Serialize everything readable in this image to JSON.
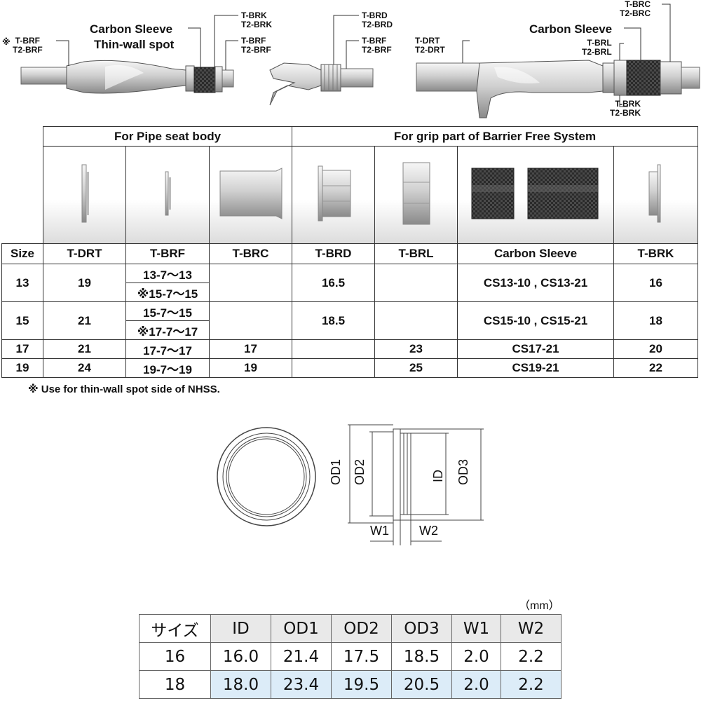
{
  "callouts": {
    "left_mark": "※",
    "left_top": "T-BRF\nT2-BRF",
    "carbon_left": "Carbon Sleeve",
    "thin_wall": "Thin-wall spot",
    "brk_left": "T-BRK\nT2-BRK",
    "brf_mid": "T-BRF\nT2-BRF",
    "brd": "T-BRD\nT2-BRD",
    "brf_right": "T-BRF\nT2-BRF",
    "drt": "T-DRT\nT2-DRT",
    "brc": "T-BRC\nT2-BRC",
    "carbon_right": "Carbon Sleeve",
    "brl": "T-BRL\nT2-BRL",
    "brk_right": "T-BRK\nT2-BRK"
  },
  "compat": {
    "group_pipe": "For Pipe seat body",
    "group_grip": "For grip part of Barrier Free System",
    "columns": [
      "Size",
      "T-DRT",
      "T-BRF",
      "T-BRC",
      "T-BRD",
      "T-BRL",
      "Carbon Sleeve",
      "T-BRK"
    ],
    "rows": {
      "r13": {
        "size": "13",
        "drt": "19",
        "brf_a": "13-7～13",
        "brf_b": "※15-7～15",
        "brc": "",
        "brd": "16.5",
        "brl": "",
        "cs": "CS13-10 , CS13-21",
        "brk": "16"
      },
      "r15": {
        "size": "15",
        "drt": "21",
        "brf_a": "15-7～15",
        "brf_b": "※17-7～17",
        "brc": "",
        "brd": "18.5",
        "brl": "",
        "cs": "CS15-10 , CS15-21",
        "brk": "18"
      },
      "r17": {
        "size": "17",
        "drt": "21",
        "brf": "17-7～17",
        "brc": "17",
        "brd": "",
        "brl": "23",
        "cs": "CS17-21",
        "brk": "20"
      },
      "r19": {
        "size": "19",
        "drt": "24",
        "brf": "19-7～19",
        "brc": "19",
        "brd": "",
        "brl": "25",
        "cs": "CS19-21",
        "brk": "22"
      }
    },
    "note": "※ Use for thin-wall spot side of NHSS."
  },
  "drawing": {
    "od1": "OD1",
    "od2": "OD2",
    "id": "ID",
    "od3": "OD3",
    "w1": "W1",
    "w2": "W2"
  },
  "dims": {
    "unit": "（mm）",
    "header": [
      "サイズ",
      "ID",
      "OD1",
      "OD2",
      "OD3",
      "W1",
      "W2"
    ],
    "row16": [
      "16",
      "16.0",
      "21.4",
      "17.5",
      "18.5",
      "2.0",
      "2.2"
    ],
    "row18": [
      "18",
      "18.0",
      "23.4",
      "19.5",
      "20.5",
      "2.0",
      "2.2"
    ]
  }
}
